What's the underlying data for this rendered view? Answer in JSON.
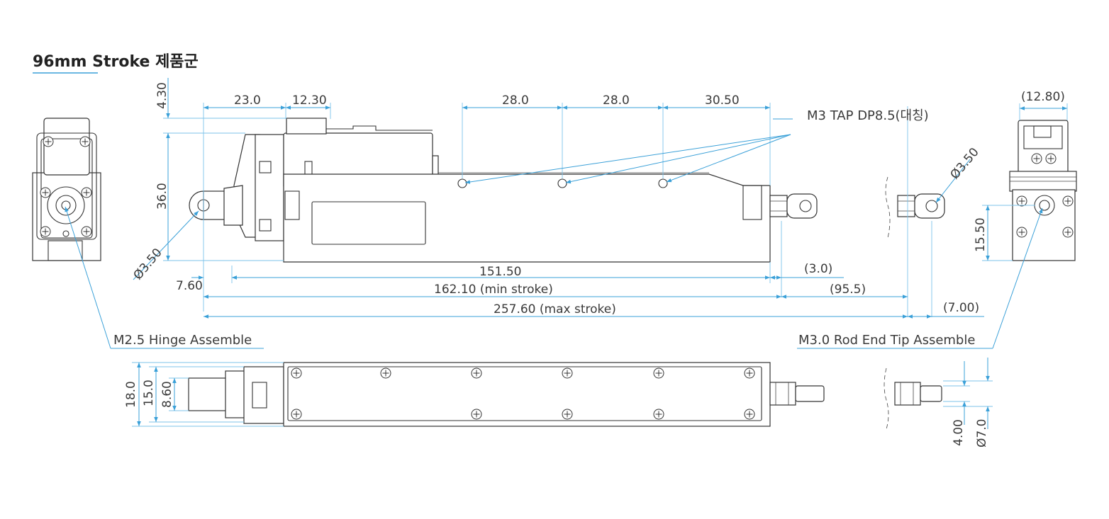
{
  "title": "96mm Stroke 제품군",
  "dimensions": {
    "d_4_30": "4.30",
    "d_23_0": "23.0",
    "d_12_30": "12.30",
    "d_28_0_a": "28.0",
    "d_28_0_b": "28.0",
    "d_30_50": "30.50",
    "d_36_0": "36.0",
    "d_phi350_left": "Ø3.50",
    "d_7_60": "7.60",
    "d_151_50": "151.50",
    "d_162_10": "162.10 (min stroke)",
    "d_257_60": "257.60 (max stroke)",
    "d_3_0": "(3.0)",
    "d_95_5": "(95.5)",
    "d_7_00": "(7.00)",
    "d_12_80": "(12.80)",
    "d_phi350_right": "Ø3.50",
    "d_15_50": "15.50",
    "d_18_0": "18.0",
    "d_15_0": "15.0",
    "d_8_60": "8.60",
    "d_4_00": "4.00",
    "d_phi70": "Ø7.0"
  },
  "notes": {
    "tap": "M3 TAP DP8.5(대칭)",
    "hinge": "M2.5 Hinge Assemble",
    "rod_end": "M3.0 Rod End Tip Assemble"
  },
  "colors": {
    "dimension_line": "#3aa0d8",
    "outline": "#333333",
    "text": "#3a3a3a"
  }
}
